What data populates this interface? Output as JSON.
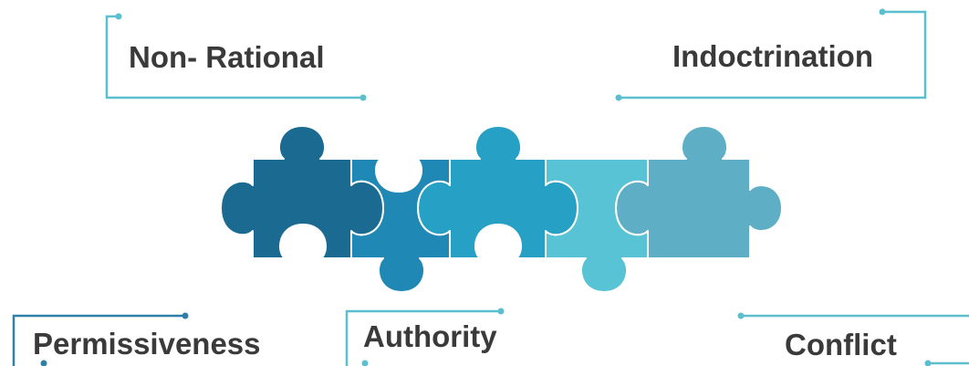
{
  "labels": {
    "non_rational": "Non- Rational",
    "indoctrination": "Indoctrination",
    "permissiveness": "Permissiveness",
    "authority": "Authority",
    "conflict": "Conflict"
  },
  "colors": {
    "piece_1": "#1b6a92",
    "piece_2": "#1f88b5",
    "piece_3": "#26a0c4",
    "piece_4": "#57c3d5",
    "piece_5": "#5eafc6",
    "connector_line": "#5bbfcf",
    "connector_line_dark": "#2f7fa8",
    "label_text": "#3a3a3a"
  }
}
